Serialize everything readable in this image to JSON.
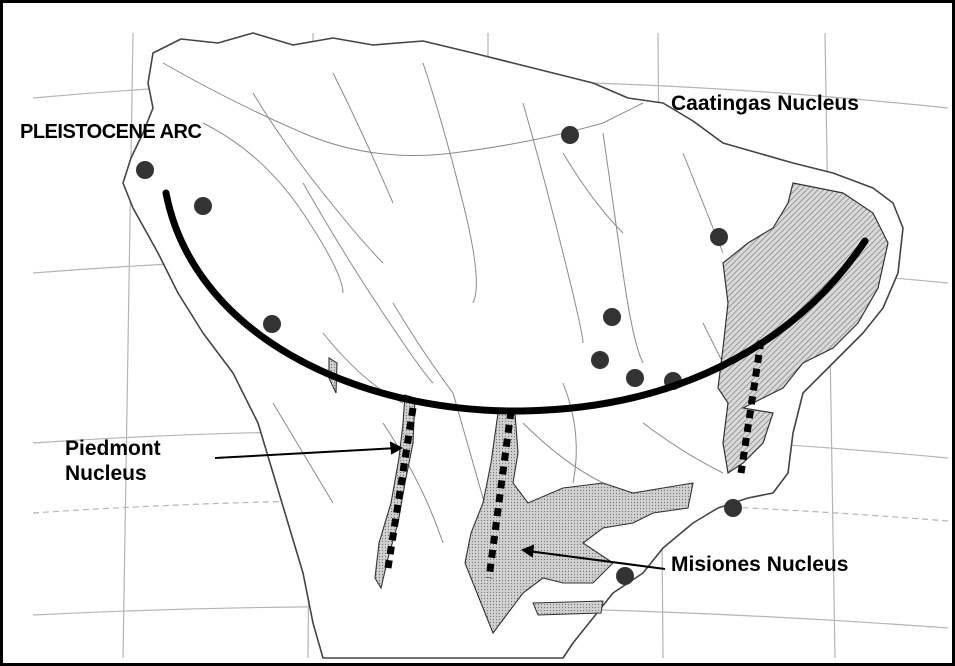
{
  "labels": {
    "arc": "PLEISTOCENE ARC",
    "caatingas": "Caatingas Nucleus",
    "piedmont_line1": "Piedmont",
    "piedmont_line2": "Nucleus",
    "misiones": "Misiones Nucleus"
  },
  "colors": {
    "border": "#000000",
    "coast": "#444444",
    "rivers": "#888888",
    "grid": "#b5b5b5",
    "nucleus_fill": "#c9c9c9",
    "site_dot": "#333333",
    "arc": "#000000"
  },
  "legend": {
    "site_marker_icon": "filled-circle",
    "nucleus_pattern": "hatched-gray"
  }
}
